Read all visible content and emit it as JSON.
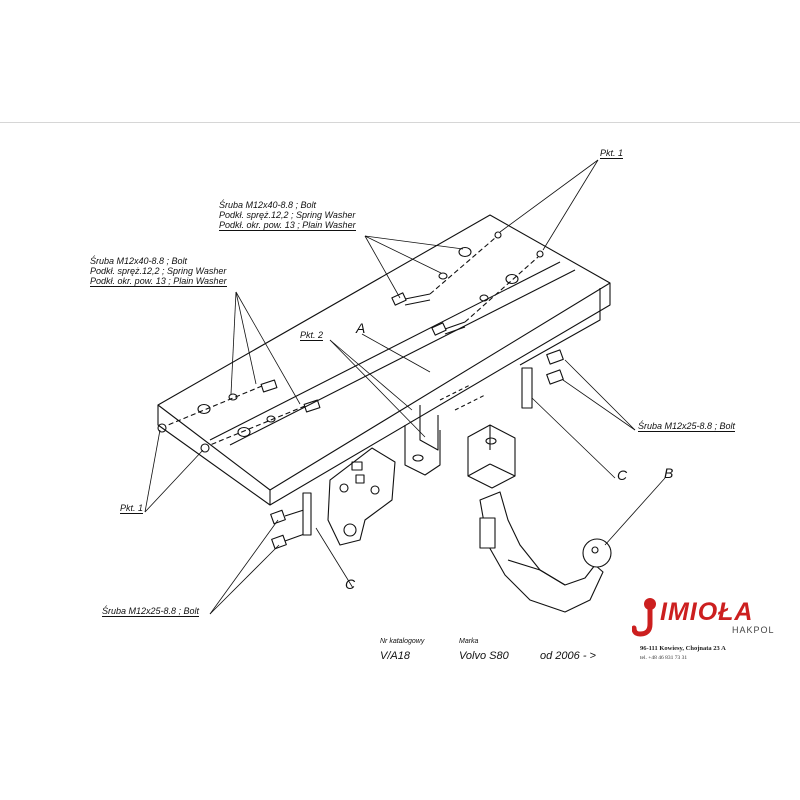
{
  "labels": {
    "pkt1_top": "Pkt. 1",
    "pkt1_left": "Pkt. 1",
    "pkt2": "Pkt. 2",
    "bolt_group_top": [
      "Śruba M12x40-8.8 ;  Bolt",
      "Podkł. spręż.12,2 ; Spring Washer",
      "Podkł. okr. pow. 13 ; Plain Washer"
    ],
    "bolt_group_left": [
      "Śruba M12x40-8.8 ;  Bolt",
      "Podkł. spręż.12,2 ; Spring Washer",
      "Podkł. okr. pow. 13 ; Plain Washer"
    ],
    "bolt_right": "Śruba M12x25-8.8 ;  Bolt",
    "bolt_bottom": "Śruba M12x25-8.8 ;  Bolt",
    "letter_a": "A",
    "letter_b": "B",
    "letter_c_right": "C",
    "letter_c_bottom": "C"
  },
  "catalog": {
    "nr_label": "Nr katalogowy",
    "nr_value": "V/A18",
    "marka_label": "Marka",
    "marka_value": "Volvo S80",
    "date_value": "od  2006 - >"
  },
  "brand": {
    "name": "IMIOŁA",
    "sub": "HAKPOL",
    "address": "96-111 Kowiesy, Chojnata 23 A",
    "tel": "tel. +48 46 831 73 31",
    "color": "#cc1f1f",
    "logo_icon": "hitch-hook-icon"
  }
}
